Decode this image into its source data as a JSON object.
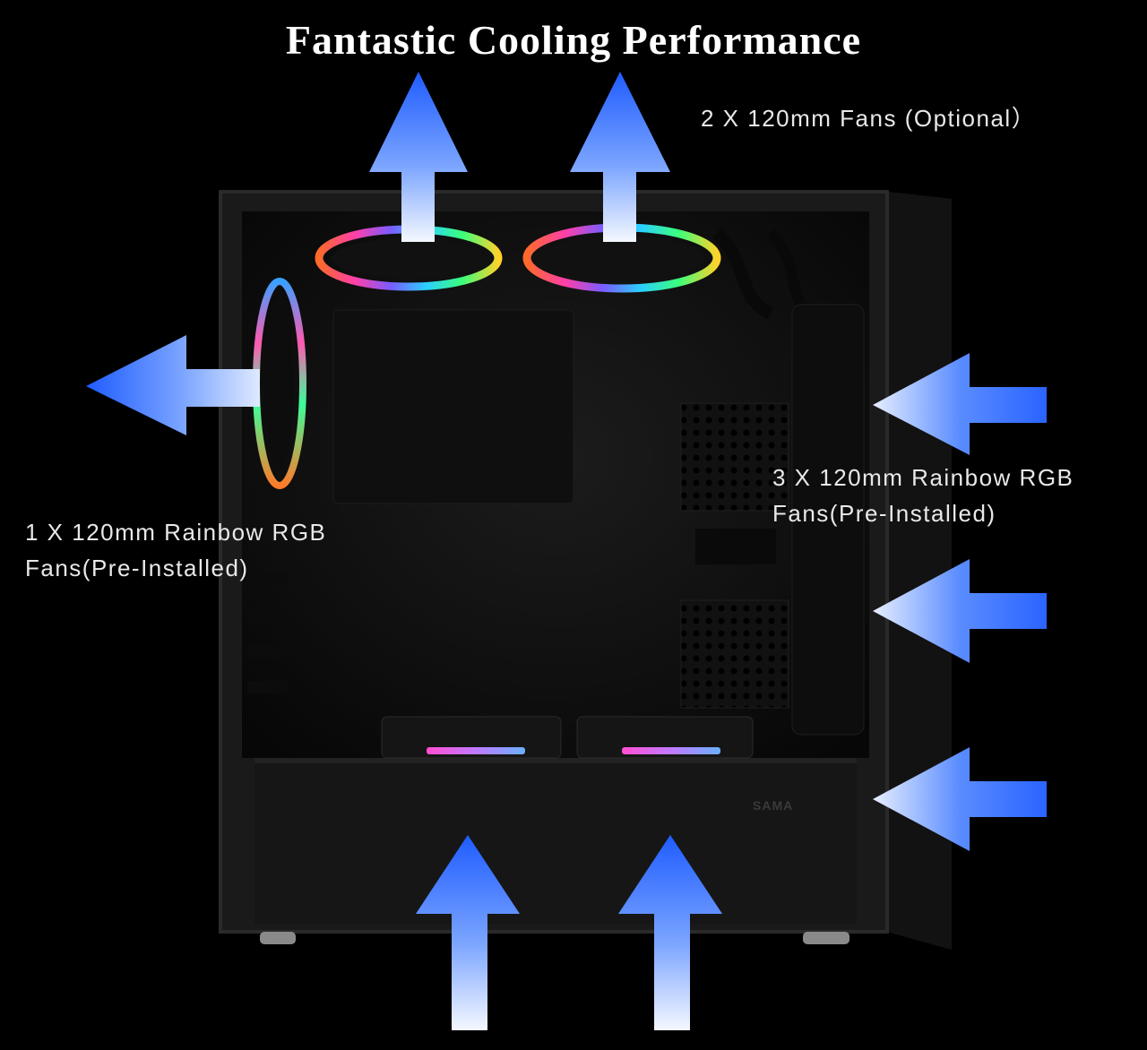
{
  "title": "Fantastic Cooling Performance",
  "labels": {
    "top_fans": "2 X 120mm Fans (Optional）",
    "rear_fan_line1": "1 X 120mm Rainbow RGB",
    "rear_fan_line2": "Fans(Pre-Installed)",
    "front_fans_line1": "3 X 120mm Rainbow RGB",
    "front_fans_line2": "Fans(Pre-Installed)"
  },
  "brand_mark": "SAMA",
  "colors": {
    "background": "#000000",
    "arrow_blue": "#2f6bff",
    "arrow_light": "#f4f8ff",
    "case_body": "#161616",
    "text": "#e8e8e8"
  }
}
